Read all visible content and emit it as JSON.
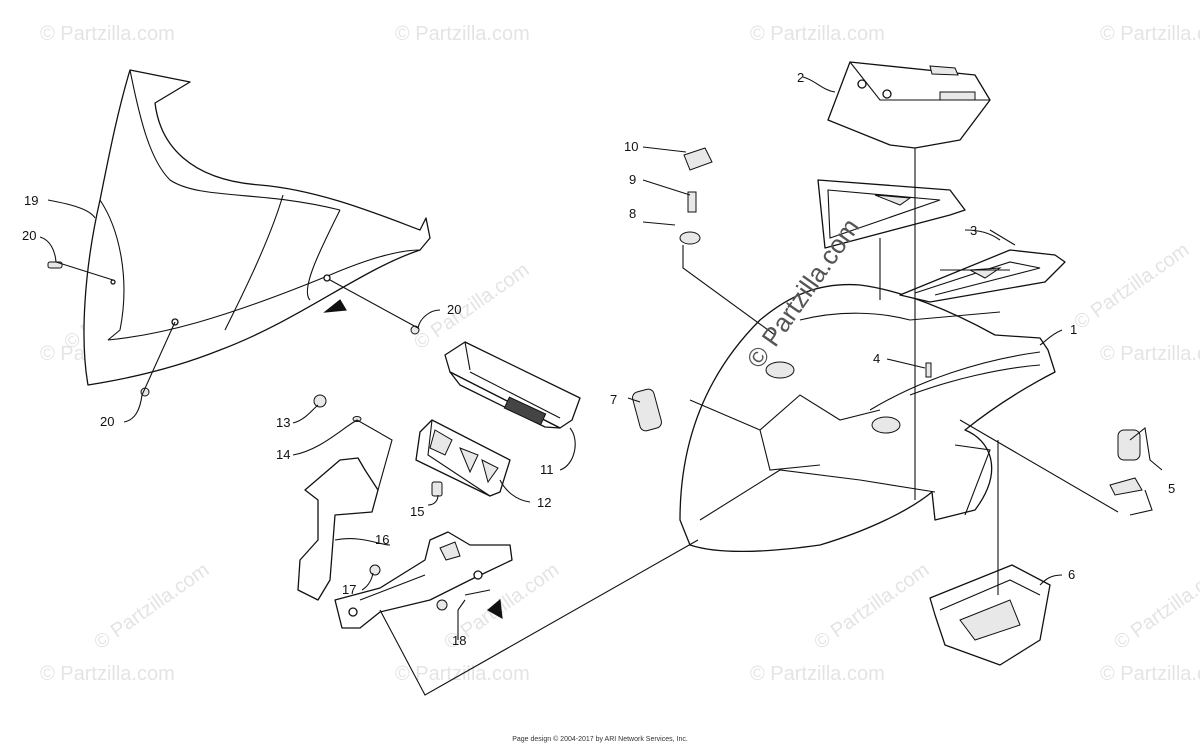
{
  "watermark": {
    "text": "© Partzilla.com",
    "diagonal_text": "© Partzilla.com"
  },
  "callouts": [
    {
      "id": "c1",
      "label": "1"
    },
    {
      "id": "c2",
      "label": "2"
    },
    {
      "id": "c3",
      "label": "3"
    },
    {
      "id": "c4",
      "label": "4"
    },
    {
      "id": "c5",
      "label": "5"
    },
    {
      "id": "c6",
      "label": "6"
    },
    {
      "id": "c7",
      "label": "7"
    },
    {
      "id": "c8",
      "label": "8"
    },
    {
      "id": "c9",
      "label": "9"
    },
    {
      "id": "c10",
      "label": "10"
    },
    {
      "id": "c11",
      "label": "11"
    },
    {
      "id": "c12",
      "label": "12"
    },
    {
      "id": "c13",
      "label": "13"
    },
    {
      "id": "c14",
      "label": "14"
    },
    {
      "id": "c15",
      "label": "15"
    },
    {
      "id": "c16",
      "label": "16"
    },
    {
      "id": "c17",
      "label": "17"
    },
    {
      "id": "c18",
      "label": "18"
    },
    {
      "id": "c19",
      "label": "19"
    },
    {
      "id": "c20a",
      "label": "20"
    },
    {
      "id": "c20b",
      "label": "20"
    },
    {
      "id": "c20c",
      "label": "20"
    }
  ],
  "footer": "Page design © 2004-2017 by ARI Network Services, Inc."
}
